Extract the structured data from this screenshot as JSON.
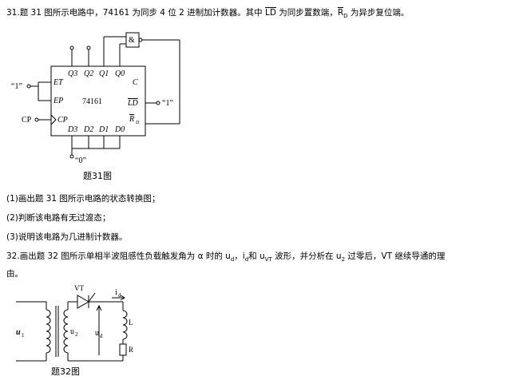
{
  "q31": {
    "intro_a": "31.题 31 图所示电路中，74161 为同步 4 位 2 进制加计数器。其中 ",
    "ld_label": "LD",
    "intro_b": " 为同步置数端，",
    "rd_label": "R",
    "rd_sub": "D",
    "intro_c": " 为异步复位端。",
    "figure": {
      "chip_name": "74161",
      "pins_top": [
        "Q3",
        "Q2",
        "Q1",
        "Q0"
      ],
      "pin_c": "C",
      "pin_et": "ET",
      "pin_ep": "EP",
      "pin_ld": "LD",
      "pin_rd": "R",
      "pin_rd_sub": "D",
      "pin_cp": "CP",
      "pins_bottom": [
        "D3",
        "D2",
        "D1",
        "D0"
      ],
      "input_one_left": "“1”",
      "input_one_right": "“1”",
      "input_zero": "“0”",
      "cp_label": "CP",
      "gate_symbol": "&",
      "caption": "题31图"
    },
    "questions": [
      "(1)画出题 31 图所示电路的状态转换图；",
      "(2)判断该电路有无过渡态；",
      "(3)说明该电路为几进制计数器。"
    ]
  },
  "q32": {
    "line1": "32.画出题 32 图所示单相半波阻感性负载触发角为 α 时的 u",
    "sub1": "d",
    "line1b": "，i",
    "sub2": "d",
    "line1c": "和 u",
    "sub3": "VT",
    "line1d": " 波形，并分析在 u",
    "sub4": "2",
    "line1e": " 过零后，VT 继续导通的理",
    "line2": "由。",
    "figure": {
      "u1": "u",
      "u1_sub": "1",
      "u2": "u",
      "u2_sub": "2",
      "ud": "u",
      "ud_sub": "d",
      "id": "i",
      "id_sub": "d",
      "vt": "VT",
      "l": "L",
      "r": "R",
      "caption": "题32图"
    }
  }
}
